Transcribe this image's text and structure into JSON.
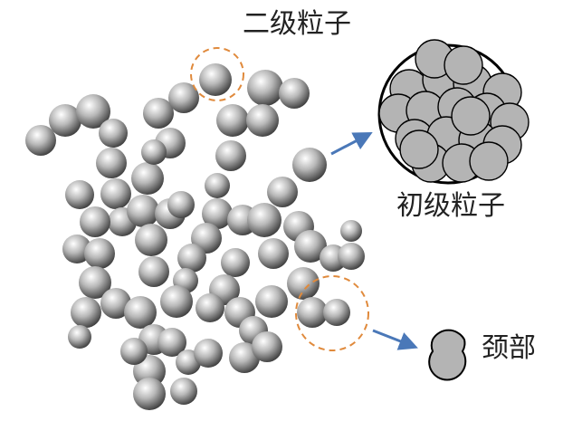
{
  "labels": {
    "secondary_particle": "二级粒子",
    "primary_particle": "初级粒子",
    "neck": "颈部"
  },
  "colors": {
    "sphere_light": "#ffffff",
    "sphere_mid": "#b8b8b8",
    "sphere_dark": "#3a3a3a",
    "primary_fill": "#b4b4b4",
    "highlight_circle": "#e08a3c",
    "arrow": "#4a78b8",
    "outline": "#000000"
  },
  "icons": [
    "callout-arrow-icon",
    "neck-particle-icon"
  ]
}
